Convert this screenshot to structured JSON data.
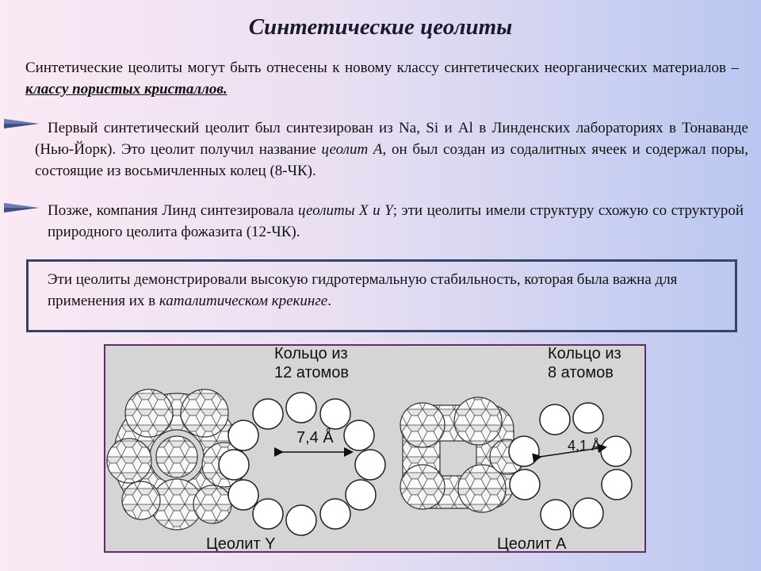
{
  "slide": {
    "title": "Синтетические цеолиты",
    "intro": {
      "text": "Синтетические цеолиты могут быть отнесены к новому классу синтетических неорганических материалов – ",
      "emphasis": "классу пористых кристаллов."
    },
    "bullet1": {
      "part1": "Первый синтетический цеолит был синтезирован из Na, Si и Al в Линденских лабораториях в Тонаванде (Нью-Йорк). Это цеолит получил название ",
      "emph": "цеолит А",
      "part2": ", он был создан из содалитных ячеек и содержал поры, состоящие из восьмичленных колец (8-ЧК)."
    },
    "bullet2": {
      "part1": "Позже, компания Линд синтезировала ",
      "emph": "цеолиты X и Y",
      "part2": "; эти цеолиты имели структуру схожую со структурой природного цеолита фожазита (12-ЧК)."
    },
    "box": {
      "part1": "Эти цеолиты демонстрировали высокую гидротермальную стабильность, которая была важна для применения их в ",
      "emph": "каталитическом крекинге",
      "part2": "."
    },
    "figure": {
      "ring12_caption_line1": "Кольцо из",
      "ring12_caption_line2": "12 атомов",
      "ring12_size": "7,4 Å",
      "ring8_caption_line1": "Кольцо из",
      "ring8_caption_line2": "8 атомов",
      "ring8_size": "4,1 Å",
      "zeolite_y_label": "Цеолит Y",
      "zeolite_a_label": "Цеолит А"
    },
    "colors": {
      "bullet_arrow": "#3d4f86",
      "box_border": "#34456b",
      "figure_border": "#6a2a6a",
      "figure_bg": "#d5d5d5"
    }
  }
}
